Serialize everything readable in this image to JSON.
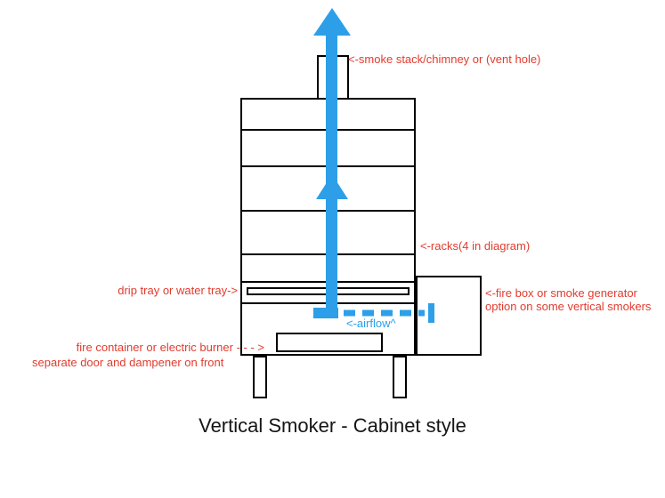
{
  "title": "Vertical Smoker - Cabinet style",
  "colors": {
    "red": "#e23b2e",
    "blue": "#2d9fe8",
    "ink": "#000000"
  },
  "annotations": {
    "smoke_stack": "<-smoke stack/chimney or (vent hole)",
    "racks": "<-racks(4 in diagram)",
    "drip_tray": "drip tray or water tray->",
    "firebox_line1": "<-fire box or smoke generator",
    "firebox_line2": "option on some vertical smokers",
    "airflow": "<-airflow^",
    "fire_container": "fire container or electric burner - - - >",
    "separate_door": "separate door and dampener on front"
  }
}
